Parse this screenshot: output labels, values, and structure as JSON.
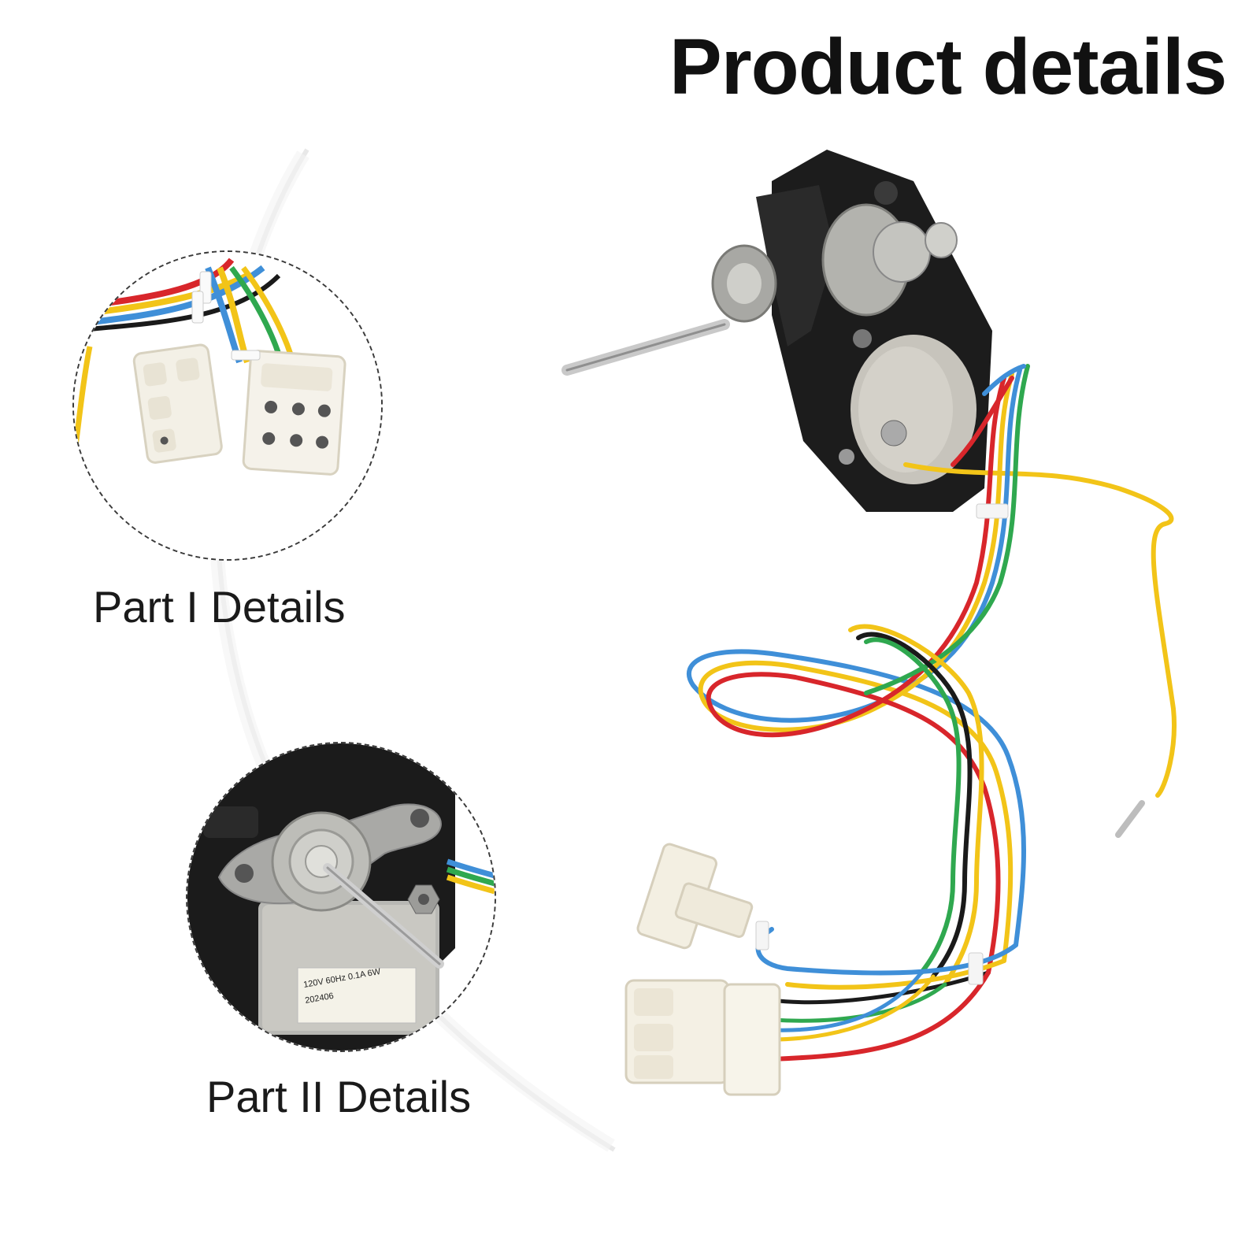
{
  "title": "Product details",
  "captions": {
    "part1": "Part I Details",
    "part2": "Part II Details"
  },
  "motor_label": {
    "line1": "120V 60Hz 0.1A  6W",
    "line2": "202406"
  },
  "wire_colors": {
    "yellow": "#f2c418",
    "blue": "#3f8fd8",
    "red": "#d8262b",
    "green": "#2fa84f",
    "black": "#1a1a1a"
  }
}
